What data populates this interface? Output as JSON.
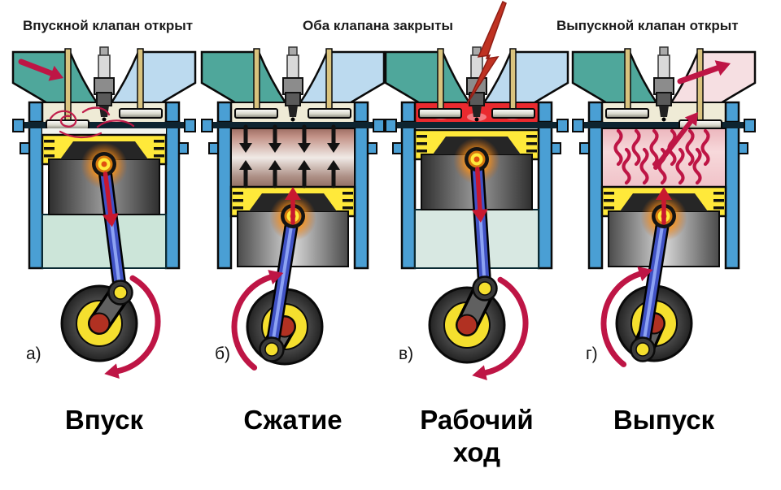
{
  "top_labels": [
    {
      "text": "Впускной клапан открыт"
    },
    {
      "text": "Оба клапана закрыты"
    },
    {
      "text": "Выпускной клапан открыт"
    }
  ],
  "panels": [
    {
      "letter": "а)",
      "caption": "Впуск",
      "stroke_type": "intake"
    },
    {
      "letter": "б)",
      "caption": "Сжатие",
      "stroke_type": "compression"
    },
    {
      "letter": "в)",
      "caption": "Рабочий ход",
      "stroke_type": "power"
    },
    {
      "letter": "г)",
      "caption": "Выпуск",
      "stroke_type": "exhaust"
    }
  ],
  "colors": {
    "background": "#FFFFFF",
    "cylinder_wall_blue": "#4A9FD4",
    "intake_port_teal": "#4FA79B",
    "exhaust_port_blue": "#BCDAEF",
    "exhaust_port_hot": "#F6DFE2",
    "head_deck_cream": "#EFEBD6",
    "piston_crown_yellow": "#FFE93A",
    "crank_yellow": "#F5DF2E",
    "combustion_red_band": "#EA2A2F",
    "combustion_blob_pink": "#F4838A",
    "exhaust_chamber_pink": "#F4CCD1",
    "bore_green": "#CCE5D9",
    "bore_green_light": "#D8E8E2",
    "flow_arrow_crimson": "#BE1545",
    "rod_arrow_red": "#C81830",
    "compression_arrow_black": "#121212",
    "valve_stem_tan": "#D9C37E",
    "rod_blue": "#4052C4",
    "rod_blue_light": "#8CA2F2",
    "crank_hub_red": "#B13122",
    "lightning_red": "#BF3222",
    "outline_black": "#0A0A0A"
  }
}
